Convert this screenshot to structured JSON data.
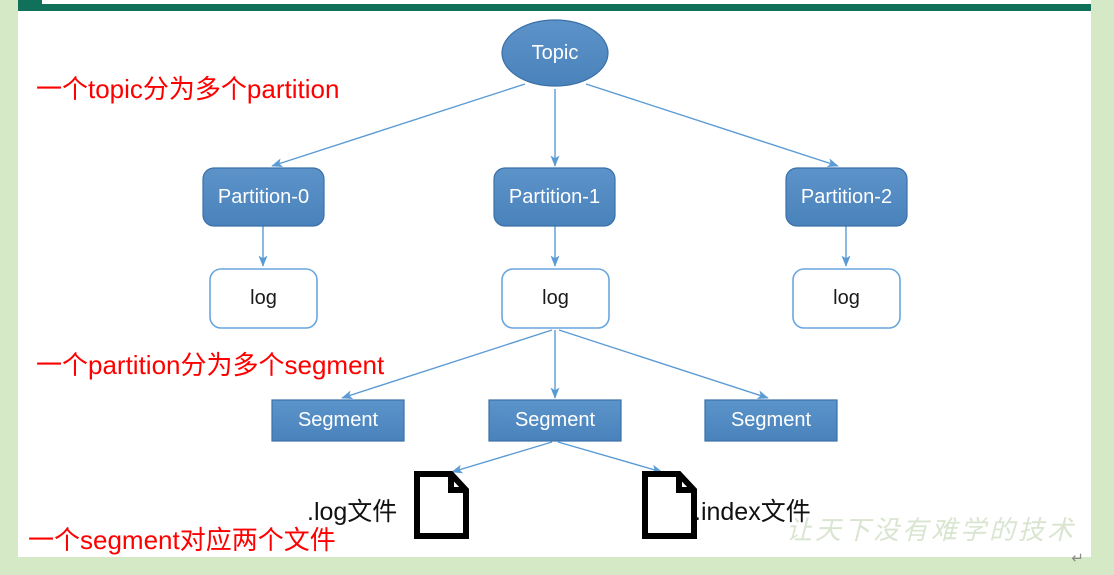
{
  "page": {
    "background_color": "#d6e9c6",
    "canvas_color": "#ffffff",
    "topbar_color": "#11705a",
    "accent_blue": "#4f88c0",
    "node_fill_blue": "#4f88c0",
    "node_border_blue": "#3a70a8",
    "log_border_blue": "#6aa6dd",
    "arrow_color": "#5b9bd5",
    "annotation_color": "#fe0000",
    "watermark_color": "#d9e5d0"
  },
  "diagram": {
    "title": "Kafka Topic Partition Segment structure",
    "type": "tree",
    "nodes": {
      "topic": {
        "label": "Topic",
        "shape": "ellipse"
      },
      "partitions": [
        {
          "label": "Partition-0",
          "shape": "rounded-rect"
        },
        {
          "label": "Partition-1",
          "shape": "rounded-rect"
        },
        {
          "label": "Partition-2",
          "shape": "rounded-rect"
        }
      ],
      "logs": [
        {
          "label": "log",
          "shape": "rounded-rect-outline"
        },
        {
          "label": "log",
          "shape": "rounded-rect-outline"
        },
        {
          "label": "log",
          "shape": "rounded-rect-outline"
        }
      ],
      "segments": [
        {
          "label": "Segment",
          "shape": "rect"
        },
        {
          "label": "Segment",
          "shape": "rect"
        },
        {
          "label": "Segment",
          "shape": "rect"
        }
      ],
      "files": [
        {
          "label": ".log文件",
          "icon": "document-icon"
        },
        {
          "label": ".index文件",
          "icon": "document-icon"
        }
      ]
    },
    "edges": [
      {
        "from": "topic",
        "to": "partition-0"
      },
      {
        "from": "topic",
        "to": "partition-1"
      },
      {
        "from": "topic",
        "to": "partition-2"
      },
      {
        "from": "partition-0",
        "to": "log-0"
      },
      {
        "from": "partition-1",
        "to": "log-1"
      },
      {
        "from": "partition-2",
        "to": "log-2"
      },
      {
        "from": "log-1",
        "to": "segment-0"
      },
      {
        "from": "log-1",
        "to": "segment-1"
      },
      {
        "from": "log-1",
        "to": "segment-2"
      },
      {
        "from": "segment-1",
        "to": "file-log"
      },
      {
        "from": "segment-1",
        "to": "file-index"
      }
    ]
  },
  "annotations": [
    {
      "text": "一个topic分为多个partition"
    },
    {
      "text": "一个partition分为多个segment"
    },
    {
      "text": "一个segment对应两个文件"
    }
  ],
  "watermark": {
    "text": "让天下没有难学的技术"
  },
  "paragraph_mark": {
    "text": "↵"
  }
}
